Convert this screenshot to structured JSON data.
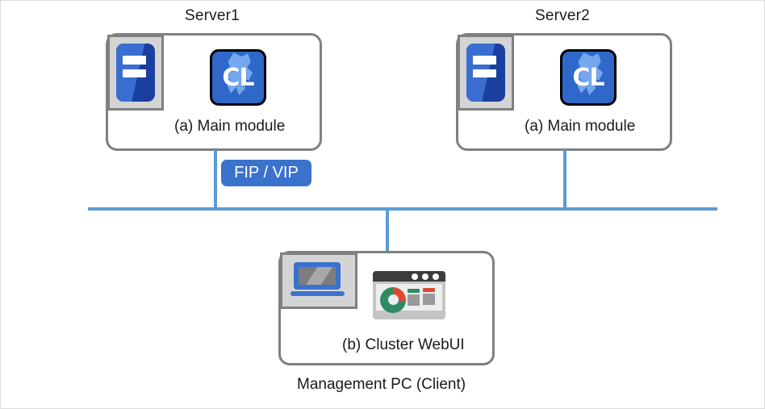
{
  "diagram": {
    "type": "cluster-architecture",
    "background": "#ffffff",
    "frame_border_color": "#dddddd",
    "colors": {
      "box_border": "#808080",
      "network_line": "#5b9bd5",
      "pill_background": "#3a72cc",
      "pill_text": "#ffffff",
      "server_glyph_dark": "#1b3f9e",
      "server_glyph_light": "#3a6ed0",
      "cl_icon_background": "#2f68c8",
      "cl_icon_splat": "#74a7ee",
      "cl_icon_border": "#000000",
      "icon_tile_fill": "#d4d4d4",
      "laptop_accent": "#3a72cc",
      "laptop_screen": "#7d7d7d",
      "browser_titlebar": "#3c3c3c",
      "browser_body": "#c4c4c4",
      "chart_green": "#2e8b63",
      "chart_red": "#dc4a32",
      "text": "#1a1a1a"
    }
  },
  "nodes": {
    "server1": {
      "title": "Server1",
      "caption": "(a) Main module",
      "app_icon_label": "CL",
      "server_icon_name": "server-icon",
      "app_icon_name": "clusterpro-cl-icon"
    },
    "server2": {
      "title": "Server2",
      "caption": "(a) Main module",
      "app_icon_label": "CL",
      "server_icon_name": "server-icon",
      "app_icon_name": "clusterpro-cl-icon"
    },
    "management_pc": {
      "caption": "(b) Cluster WebUI",
      "bottom_label": "Management PC (Client)",
      "laptop_icon_name": "laptop-icon",
      "browser_icon_name": "browser-dashboard-icon"
    }
  },
  "network": {
    "fip_vip_label": "FIP / VIP",
    "bus_name": "network-bus-line",
    "links": [
      {
        "name": "server1-to-bus"
      },
      {
        "name": "server2-to-bus"
      },
      {
        "name": "bus-to-management-pc"
      }
    ]
  }
}
